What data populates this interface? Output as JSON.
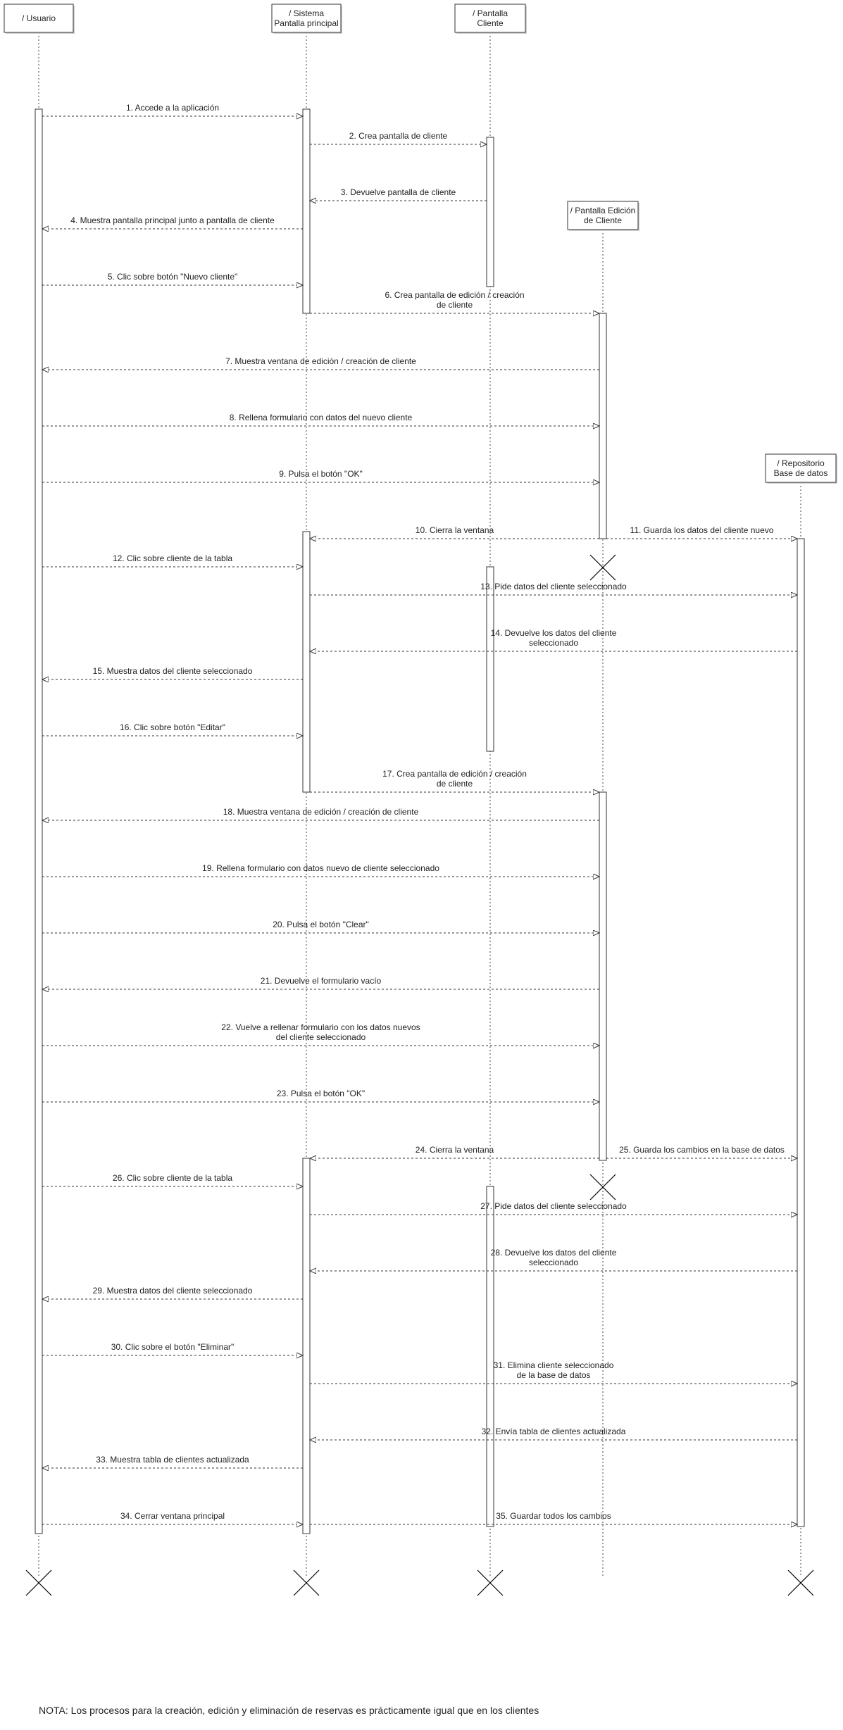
{
  "participants": [
    {
      "id": "usuario",
      "lines": [
        "/ Usuario"
      ]
    },
    {
      "id": "sistema",
      "lines": [
        "/ Sistema",
        "Pantalla principal"
      ]
    },
    {
      "id": "pantalla_cliente",
      "lines": [
        "/ Pantalla",
        "Cliente"
      ]
    },
    {
      "id": "pantalla_edicion",
      "lines": [
        "/ Pantalla Edición",
        "de Cliente"
      ]
    },
    {
      "id": "repositorio",
      "lines": [
        "/ Repositorio",
        "Base de datos"
      ]
    }
  ],
  "messages": [
    {
      "from": "usuario",
      "to": "sistema",
      "lines": [
        "1. Accede a la aplicación"
      ]
    },
    {
      "from": "sistema",
      "to": "pantalla_cliente",
      "lines": [
        "2. Crea pantalla de cliente"
      ]
    },
    {
      "from": "pantalla_cliente",
      "to": "sistema",
      "lines": [
        "3. Devuelve pantalla de cliente"
      ]
    },
    {
      "from": "sistema",
      "to": "usuario",
      "lines": [
        "4. Muestra pantalla principal junto a pantalla de cliente"
      ]
    },
    {
      "from": "usuario",
      "to": "sistema",
      "lines": [
        "5. Clic sobre botón \"Nuevo cliente\""
      ]
    },
    {
      "from": "sistema",
      "to": "pantalla_edicion",
      "lines": [
        "6. Crea pantalla de edición / creación",
        "de cliente"
      ]
    },
    {
      "from": "pantalla_edicion",
      "to": "usuario",
      "lines": [
        "7. Muestra ventana de edición / creación de cliente"
      ]
    },
    {
      "from": "usuario",
      "to": "pantalla_edicion",
      "lines": [
        "8. Rellena formulario con datos del nuevo cliente"
      ]
    },
    {
      "from": "usuario",
      "to": "pantalla_edicion",
      "lines": [
        "9. Pulsa el botón \"OK\""
      ]
    },
    {
      "from": "pantalla_edicion",
      "to": "sistema",
      "lines": [
        "10. Cierra la ventana"
      ]
    },
    {
      "from": "pantalla_edicion",
      "to": "repositorio",
      "lines": [
        "11. Guarda los datos del cliente nuevo"
      ]
    },
    {
      "from": "usuario",
      "to": "sistema",
      "lines": [
        "12. Clic sobre cliente de la tabla"
      ]
    },
    {
      "from": "sistema",
      "to": "repositorio",
      "lines": [
        "13. Pide datos del cliente seleccionado"
      ]
    },
    {
      "from": "repositorio",
      "to": "sistema",
      "lines": [
        "14. Devuelve los datos del cliente",
        "seleccionado"
      ]
    },
    {
      "from": "sistema",
      "to": "usuario",
      "lines": [
        "15. Muestra datos del cliente seleccionado"
      ]
    },
    {
      "from": "usuario",
      "to": "sistema",
      "lines": [
        "16. Clic sobre botón \"Editar\""
      ]
    },
    {
      "from": "sistema",
      "to": "pantalla_edicion",
      "lines": [
        "17. Crea pantalla de edición / creación",
        "de cliente"
      ]
    },
    {
      "from": "pantalla_edicion",
      "to": "usuario",
      "lines": [
        "18. Muestra ventana de edición / creación de cliente"
      ]
    },
    {
      "from": "usuario",
      "to": "pantalla_edicion",
      "lines": [
        "19. Rellena formulario con datos nuevo de cliente seleccionado"
      ]
    },
    {
      "from": "usuario",
      "to": "pantalla_edicion",
      "lines": [
        "20. Pulsa el botón \"Clear\""
      ]
    },
    {
      "from": "pantalla_edicion",
      "to": "usuario",
      "lines": [
        "21. Devuelve el formulario vacío"
      ]
    },
    {
      "from": "usuario",
      "to": "pantalla_edicion",
      "lines": [
        "22. Vuelve a rellenar formulario con los datos nuevos",
        "del cliente seleccionado"
      ]
    },
    {
      "from": "usuario",
      "to": "pantalla_edicion",
      "lines": [
        "23. Pulsa el botón \"OK\""
      ]
    },
    {
      "from": "pantalla_edicion",
      "to": "sistema",
      "lines": [
        "24. Cierra la ventana"
      ]
    },
    {
      "from": "pantalla_edicion",
      "to": "repositorio",
      "lines": [
        "25. Guarda los cambios en la base de datos"
      ]
    },
    {
      "from": "usuario",
      "to": "sistema",
      "lines": [
        "26. Clic sobre cliente de la tabla"
      ]
    },
    {
      "from": "sistema",
      "to": "repositorio",
      "lines": [
        "27. Pide datos del cliente seleccionado"
      ]
    },
    {
      "from": "repositorio",
      "to": "sistema",
      "lines": [
        "28. Devuelve los datos del cliente",
        "seleccionado"
      ]
    },
    {
      "from": "sistema",
      "to": "usuario",
      "lines": [
        "29. Muestra datos del cliente seleccionado"
      ]
    },
    {
      "from": "usuario",
      "to": "sistema",
      "lines": [
        "30. Clic sobre el botón \"Eliminar\""
      ]
    },
    {
      "from": "sistema",
      "to": "repositorio",
      "lines": [
        "31. Elimina cliente seleccionado",
        "de la base de datos"
      ]
    },
    {
      "from": "repositorio",
      "to": "sistema",
      "lines": [
        "32. Envía tabla de clientes actualizada"
      ]
    },
    {
      "from": "sistema",
      "to": "usuario",
      "lines": [
        "33. Muestra tabla de clientes actualizada"
      ]
    },
    {
      "from": "usuario",
      "to": "sistema",
      "lines": [
        "34. Cerrar ventana principal"
      ]
    },
    {
      "from": "sistema",
      "to": "repositorio",
      "lines": [
        "35. Guardar todos los cambios"
      ]
    }
  ],
  "note": "NOTA: Los procesos para la creación, edición y eliminación de reservas es prácticamente igual que en los clientes"
}
